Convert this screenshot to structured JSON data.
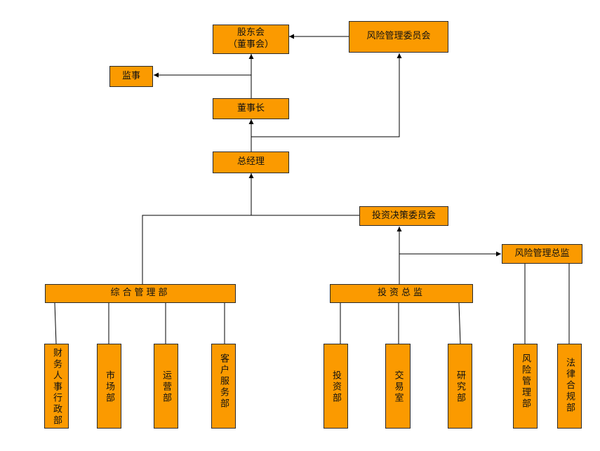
{
  "diagram": {
    "shareholders": {
      "line1": "股东会",
      "line2": "（董事会）"
    },
    "risk_committee": "风险管理委员会",
    "supervisor": "监事",
    "chairman": "董事长",
    "general_manager": "总经理",
    "investment_committee": "投资决策委员会",
    "risk_director": "风险管理总监",
    "general_management": "综合管理部",
    "investment_director": "投资总监",
    "departments": {
      "finance_hr_admin": "财务人事行政部",
      "marketing": "市场部",
      "operations": "运营部",
      "customer_service": "客户服务部",
      "investment": "投资部",
      "trading": "交易室",
      "research": "研究部",
      "risk_management": "风险管理部",
      "legal_compliance": "法律合规部"
    }
  },
  "colors": {
    "box_fill": "#fb9a00",
    "border": "#2a2a2a",
    "line": "#000000"
  }
}
